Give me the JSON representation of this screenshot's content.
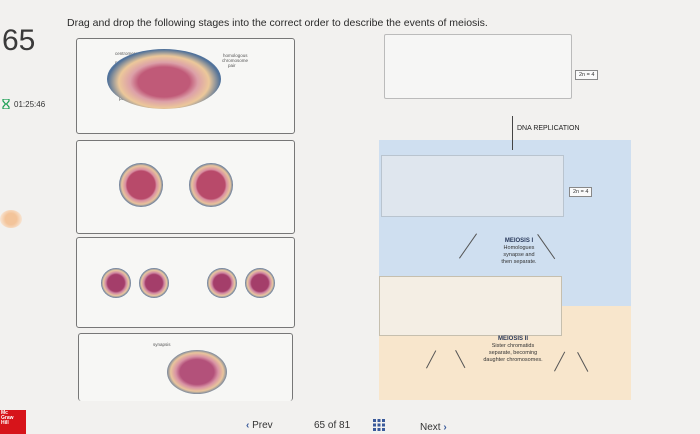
{
  "question": {
    "number": "65",
    "instruction": "Drag and drop the following stages into the correct order to describe the events of meiosis."
  },
  "timer": {
    "value": "01:25:46",
    "icon": "hourglass-icon"
  },
  "cards": {
    "card1": {
      "labels": [
        "centromere",
        "nucleolus",
        "centrioles",
        "homologous",
        "chromosome",
        "pair"
      ],
      "right_label": [
        "homologous",
        "chromosome",
        "pair"
      ]
    },
    "card4": {
      "label": "synapsis"
    }
  },
  "diagram": {
    "tag_top": "2n = 4",
    "dna_label": "DNA REPLICATION",
    "tag_mid": "2n = 4",
    "meiosis1": {
      "title": "MEIOSIS I",
      "lines": [
        "Homologues",
        "synapse and",
        "then separate."
      ]
    },
    "meiosis2": {
      "title": "MEIOSIS II",
      "lines": [
        "Sister chromatids",
        "separate, becoming",
        "daughter chromosomes."
      ]
    }
  },
  "logo": {
    "lines": [
      "Mc",
      "Graw",
      "Hill"
    ]
  },
  "nav": {
    "prev": "Prev",
    "page_current": "65",
    "page_of": "of",
    "page_total": "81",
    "next": "Next"
  },
  "colors": {
    "blue_panel": "#cfdff0",
    "peach_panel": "#f8e6cc",
    "logo_red": "#d7141a",
    "nav_link": "#3a5a9a"
  }
}
